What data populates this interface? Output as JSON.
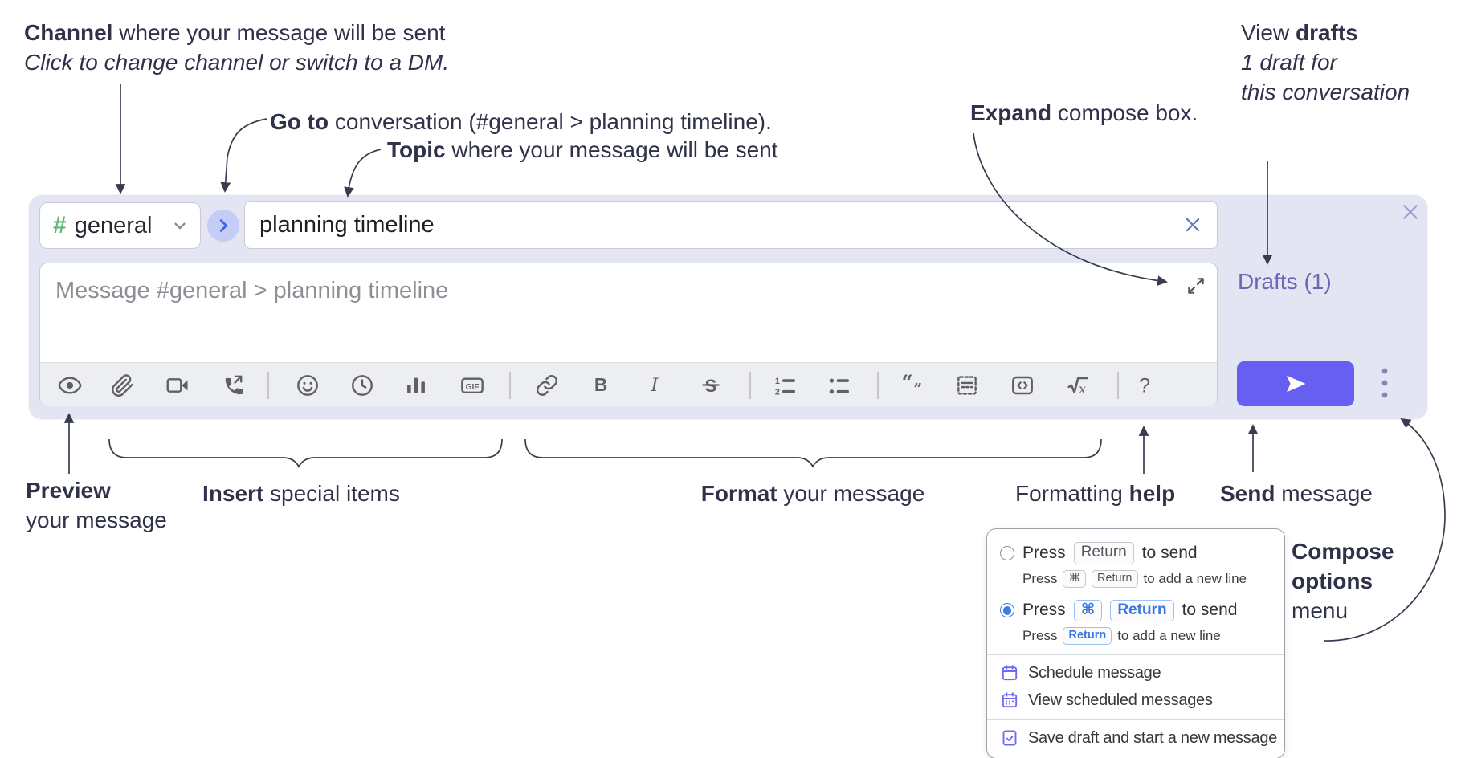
{
  "ann": {
    "channel_b": "Channel",
    "channel_r": " where your message will be sent",
    "channel_i": "Click to change channel or switch to a DM.",
    "goto_b": "Go to",
    "goto_r": " conversation (#general > planning timeline).",
    "topic_b": "Topic",
    "topic_r": " where your message will be sent",
    "expand_b": "Expand",
    "expand_r": " compose box.",
    "drafts_pre": "View ",
    "drafts_b": "drafts",
    "drafts_i1": "1 draft for",
    "drafts_i2": "this conversation",
    "preview_b": "Preview",
    "preview_r": "your message",
    "insert_b": "Insert",
    "insert_r": " special items",
    "format_b": "Format",
    "format_r": " your message",
    "help_pre": "Formatting ",
    "help_b": "help",
    "send_b": "Send",
    "send_r": " message",
    "opts_l1": "Compose",
    "opts_l2": "options",
    "opts_l3": "menu"
  },
  "compose": {
    "channel": {
      "hash": "#",
      "label": "general"
    },
    "topic": {
      "value": "planning timeline"
    },
    "message": {
      "placeholder": "Message #general > planning timeline"
    },
    "drafts_link": "Drafts (1)",
    "toolbar": [
      "preview",
      "attach-file",
      "video-call",
      "voice-call",
      "divider",
      "emoji",
      "time",
      "poll",
      "gif",
      "divider",
      "link",
      "bold",
      "italic",
      "strikethrough",
      "divider",
      "numbered-list",
      "bulleted-list",
      "divider",
      "quote",
      "spoiler",
      "code",
      "math",
      "divider",
      "help"
    ]
  },
  "menu": {
    "opt1": {
      "pre": "Press",
      "key": "Return",
      "post": "to send",
      "sub_pre": "Press",
      "sub_k1": "⌘",
      "sub_k2": "Return",
      "sub_post": "to add a new line",
      "selected": false
    },
    "opt2": {
      "pre": "Press",
      "k1": "⌘",
      "k2": "Return",
      "post": "to send",
      "sub_pre": "Press",
      "sub_key": "Return",
      "sub_post": "to add a new line",
      "selected": true
    },
    "items": [
      {
        "icon": "calendar",
        "label": "Schedule message"
      },
      {
        "icon": "calendar-days",
        "label": "View scheduled messages"
      },
      {
        "icon": "save-draft",
        "label": "Save draft and start a new message"
      }
    ]
  },
  "colors": {
    "annotation_text": "#30324a",
    "panel_bg": "#e3e5f2",
    "accent_send": "#675ef2",
    "drafts_link": "#6a65b5",
    "channel_hash_green": "#62ba77",
    "menu_icon_purple": "#6e6af3",
    "kbd_blue": "#3a77e0",
    "toolbar_icon": "#5f6066"
  }
}
